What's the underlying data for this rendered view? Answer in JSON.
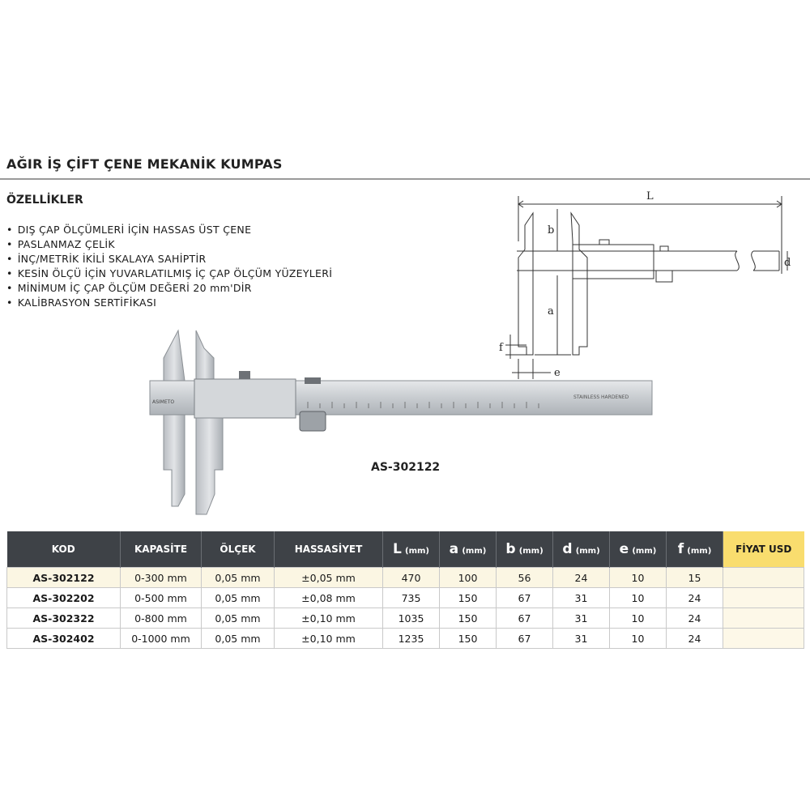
{
  "header": {
    "title": "AĞIR İŞ ÇİFT ÇENE MEKANİK KUMPAS"
  },
  "features": {
    "title": "ÖZELLİKLER",
    "items": [
      "DIŞ ÇAP ÖLÇÜMLERİ İÇİN HASSAS ÜST ÇENE",
      "PASLANMAZ ÇELİK",
      "İNÇ/METRİK İKİLİ SKALAYA SAHİPTİR",
      "KESİN ÖLÇÜ İÇİN YUVARLATILMIŞ İÇ ÇAP ÖLÇÜM YÜZEYLERİ",
      "MİNİMUM İÇ ÇAP ÖLÇÜM DEĞERİ 20 mm'DİR",
      "KALİBRASYON SERTİFİKASI"
    ]
  },
  "diagram": {
    "labels": {
      "L": "L",
      "b": "b",
      "a": "a",
      "d": "d",
      "e": "e",
      "f": "f"
    }
  },
  "photo": {
    "brand": "ASIMETO",
    "stamp": "STAINLESS HARDENED",
    "icon": "vernier-caliper-photo"
  },
  "caption": {
    "model": "AS-302122"
  },
  "table": {
    "headers": {
      "kod": "KOD",
      "kapasite": "KAPASİTE",
      "olcek": "ÖLÇEK",
      "hassasiyet": "HASSASİYET",
      "L": {
        "sym": "L",
        "unit": "(mm)"
      },
      "a": {
        "sym": "a",
        "unit": "(mm)"
      },
      "b": {
        "sym": "b",
        "unit": "(mm)"
      },
      "d": {
        "sym": "d",
        "unit": "(mm)"
      },
      "e": {
        "sym": "e",
        "unit": "(mm)"
      },
      "f": {
        "sym": "f",
        "unit": "(mm)"
      },
      "fiyat": "FİYAT USD"
    },
    "rows": [
      {
        "kod": "AS-302122",
        "kapasite": "0-300 mm",
        "olcek": "0,05 mm",
        "hassasiyet": "±0,05 mm",
        "L": "470",
        "a": "100",
        "b": "56",
        "d": "24",
        "e": "10",
        "f": "15",
        "fiyat": ""
      },
      {
        "kod": "AS-302202",
        "kapasite": "0-500 mm",
        "olcek": "0,05 mm",
        "hassasiyet": "±0,08 mm",
        "L": "735",
        "a": "150",
        "b": "67",
        "d": "31",
        "e": "10",
        "f": "24",
        "fiyat": ""
      },
      {
        "kod": "AS-302322",
        "kapasite": "0-800 mm",
        "olcek": "0,05 mm",
        "hassasiyet": "±0,10 mm",
        "L": "1035",
        "a": "150",
        "b": "67",
        "d": "31",
        "e": "10",
        "f": "24",
        "fiyat": ""
      },
      {
        "kod": "AS-302402",
        "kapasite": "0-1000 mm",
        "olcek": "0,05 mm",
        "hassasiyet": "±0,10 mm",
        "L": "1235",
        "a": "150",
        "b": "67",
        "d": "31",
        "e": "10",
        "f": "24",
        "fiyat": ""
      }
    ]
  },
  "colors": {
    "header_bg": "#3e4247",
    "price_header_bg": "#f9dd6e",
    "highlight_row_bg": "#fbf6e3"
  }
}
